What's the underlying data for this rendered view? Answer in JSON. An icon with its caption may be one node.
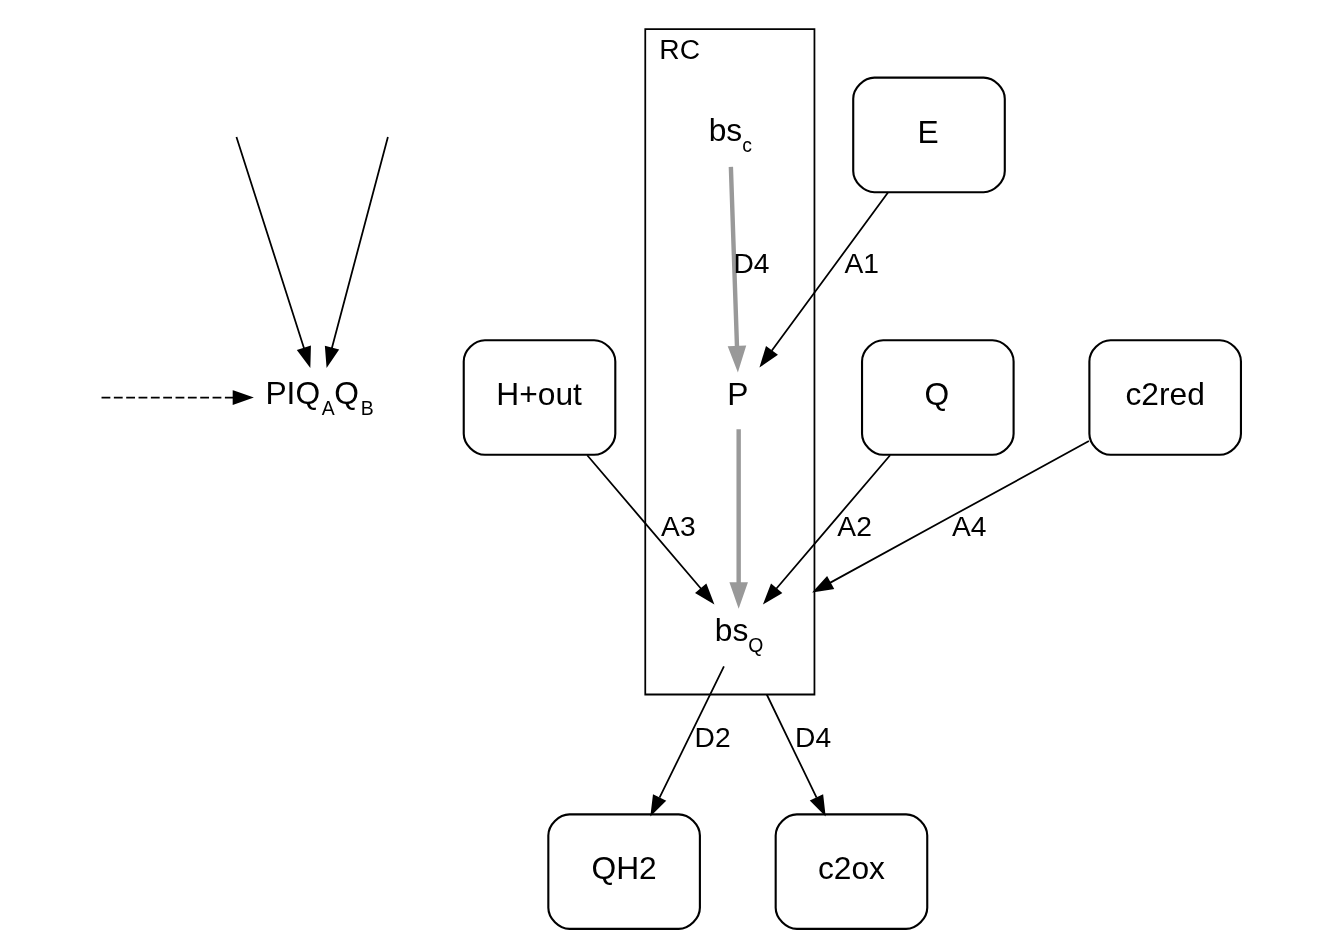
{
  "diagram": {
    "nodes": [
      {
        "text": [
          "PIQ$_{A}$Q$_{B}$"
        ]
      },
      {
        "text": [
          "H+out"
        ]
      },
      {
        "text": [
          "Q"
        ]
      },
      {
        "text": [
          "E"
        ]
      },
      {
        "text": [
          "RC"
        ]
      },
      {
        "text": [
          "bs$_{Q}$"
        ],
        "in": 4
      },
      {
        "text": [
          "P"
        ],
        "in": 4
      },
      {
        "text": [
          "bs$_{c}$"
        ],
        "in": 4
      },
      {
        "text": [
          "QH2"
        ]
      },
      {
        "text": [
          "c2red"
        ]
      },
      {
        "text": [
          "c2ox"
        ]
      }
    ],
    "edges": [
      {
        "from": null,
        "to": 0,
        "arrow": "to"
      },
      {
        "from": null,
        "to": 0,
        "arrow": "to"
      },
      {
        "from": null,
        "to": 0,
        "arrow": "to",
        "style": "dashed"
      },
      {
        "from": 1,
        "to": 5,
        "arrow": "to",
        "label": "A3"
      },
      {
        "from": 2,
        "to": 5,
        "arrow": "to",
        "label": "A2"
      },
      {
        "from": 5,
        "to": 8,
        "arrow": "to",
        "label": "D2"
      },
      {
        "from": 3,
        "to": 6,
        "arrow": "to",
        "label": "A1"
      },
      {
        "from": 6,
        "to": 5,
        "arrow": "to",
        "color": "#999999",
        "style": "thick"
      },
      {
        "from": 7,
        "to": 6,
        "arrow": "to",
        "label": "D4",
        "color": "#999999",
        "style": "thick"
      },
      {
        "from": 9,
        "to": 4,
        "arrow": "to",
        "label": "A4"
      },
      {
        "from": 4,
        "to": 10,
        "arrow": "to",
        "label": "D4"
      }
    ]
  }
}
